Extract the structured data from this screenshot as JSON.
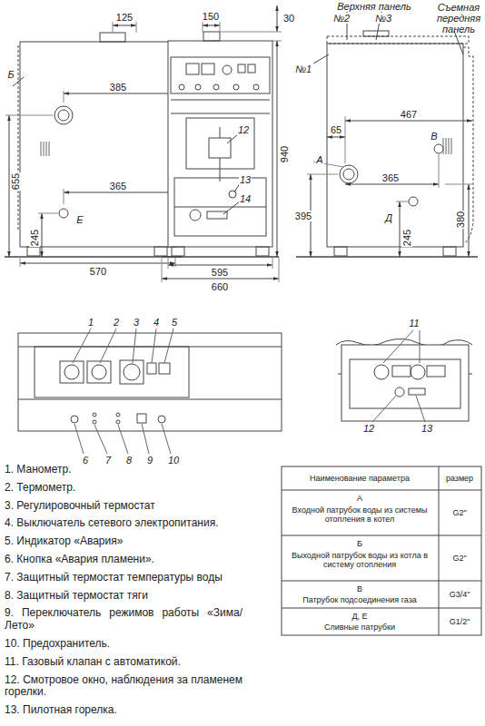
{
  "diagram": {
    "labels": [
      "125",
      "150",
      "30",
      "Верхняя панель",
      "Съемная передняя панель",
      "№2",
      "№3",
      "№1",
      "Б",
      "385",
      "655",
      "365",
      "Е",
      "245",
      "570",
      "12",
      "940",
      "13",
      "14",
      "595",
      "660",
      "467",
      "65",
      "А",
      "В",
      "365",
      "395",
      "Д",
      "245",
      "380",
      "1",
      "2",
      "3",
      "4",
      "5",
      "6",
      "7",
      "8",
      "9",
      "10",
      "11",
      "12",
      "13",
      "1. Манометр.",
      "2. Термометр.",
      "3. Регулировочный термостат",
      "4. Выключатель сетевого электропитания.",
      "5. Индикатор «Авария»",
      "6. Кнопка «Авария пламени».",
      "7. Защитный термостат температуры воды",
      "8. Защитный термостат тяги",
      "9. Переключатель режимов работы «Зима/Лето»",
      "10. Предохранитель.",
      "11. Газовый клапан с автоматикой.",
      "12. Смотровое окно, наблюдения за пламенем горелки.",
      "13. Пилотная горелка.",
      "Наименование параметра",
      "размер",
      "А",
      "Входной патрубок воды из системы отопления в котел",
      "G2\"",
      "Б",
      "Выходной патрубок воды из котла в систему отопления",
      "G2\"",
      "В",
      "Патрубок подсоединения газа",
      "G3/4\"",
      "Д, Е",
      "Сливные патрубки",
      "G1/2\""
    ]
  }
}
